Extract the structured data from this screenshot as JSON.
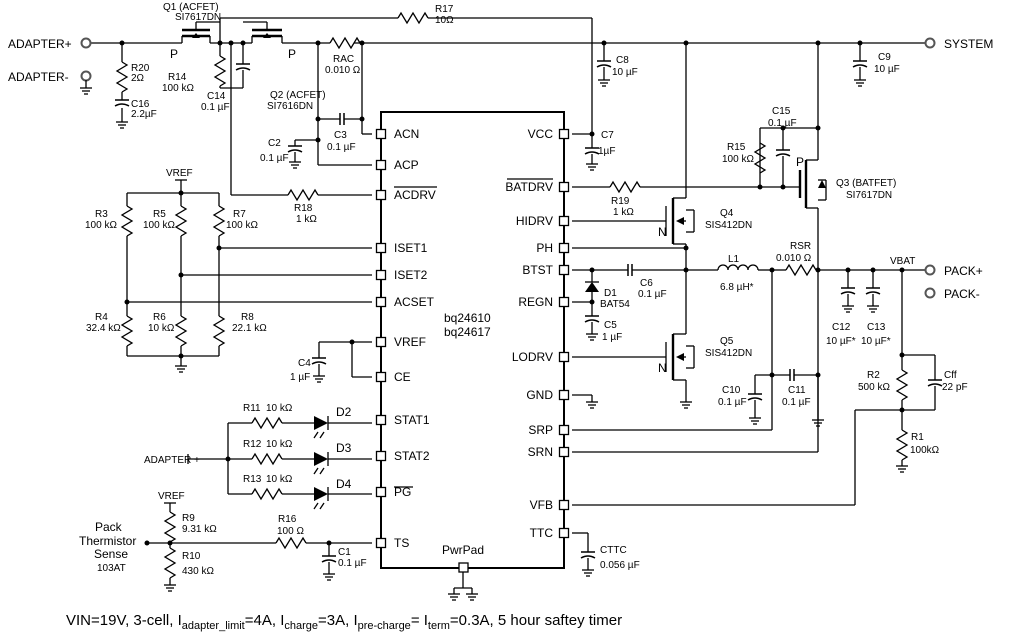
{
  "terminals": {
    "adapter_plus": "ADAPTER+",
    "adapter_minus": "ADAPTER-",
    "system": "SYSTEM",
    "pack_plus": "PACK+",
    "pack_minus": "PACK-",
    "vbat": "VBAT",
    "adapter_plus_2": "ADAPTER +",
    "vref_top": "VREF",
    "vref_bottom": "VREF",
    "thermistor": [
      "Pack",
      "Thermistor",
      "Sense",
      "103AT"
    ]
  },
  "ic": {
    "name1": "bq24610",
    "name2": "bq24617",
    "pwrpad": "PwrPad",
    "left_pins": [
      "ACN",
      "ACP",
      "ACDRV",
      "ISET1",
      "ISET2",
      "ACSET",
      "VREF",
      "CE",
      "STAT1",
      "STAT2",
      "PG",
      "TS"
    ],
    "right_pins": [
      "VCC",
      "BATDRV",
      "HIDRV",
      "PH",
      "BTST",
      "REGN",
      "LODRV",
      "GND",
      "SRP",
      "SRN",
      "VFB",
      "TTC"
    ]
  },
  "components": {
    "Q1": [
      "Q1 (ACFET)",
      "SI7617DN"
    ],
    "Q2": [
      "Q2 (ACFET)",
      "SI7616DN"
    ],
    "Q3": [
      "Q3 (BATFET)",
      "SI7617DN"
    ],
    "Q4": [
      "Q4",
      "SIS412DN"
    ],
    "Q5": [
      "Q5",
      "SIS412DN"
    ],
    "R17": [
      "R17",
      "10Ω"
    ],
    "R20": [
      "R20",
      "2Ω"
    ],
    "R14": [
      "R14",
      "100 kΩ"
    ],
    "C14": [
      "C14",
      "0.1 µF"
    ],
    "C16": [
      "C16",
      "2.2µF"
    ],
    "RAC": [
      "RAC",
      "0.010 Ω"
    ],
    "C8": [
      "C8",
      "10 µF"
    ],
    "C9": [
      "C9",
      "10 µF"
    ],
    "C2": [
      "C2",
      "0.1 µF"
    ],
    "C3": [
      "C3",
      "0.1 µF"
    ],
    "R18": [
      "R18",
      "1 kΩ"
    ],
    "R3": [
      "R3",
      "100 kΩ"
    ],
    "R5": [
      "R5",
      "100 kΩ"
    ],
    "R7": [
      "R7",
      "100 kΩ"
    ],
    "R4": [
      "R4",
      "32.4 kΩ"
    ],
    "R6": [
      "R6",
      "10 kΩ"
    ],
    "R8": [
      "R8",
      "22.1 kΩ"
    ],
    "C4": [
      "C4",
      "1 µF"
    ],
    "R11": [
      "R11",
      "10 kΩ"
    ],
    "R12": [
      "R12",
      "10 kΩ"
    ],
    "R13": [
      "R13",
      "10 kΩ"
    ],
    "D2": "D2",
    "D3": "D3",
    "D4": "D4",
    "R9": [
      "R9",
      "9.31 kΩ"
    ],
    "R10": [
      "R10",
      "430 kΩ"
    ],
    "R16": [
      "R16",
      "100 Ω"
    ],
    "C1": [
      "C1",
      "0.1 µF"
    ],
    "C7": [
      "C7",
      "1µF"
    ],
    "C15": [
      "C15",
      "0.1 µF"
    ],
    "R15": [
      "R15",
      "100 kΩ"
    ],
    "R19": [
      "R19",
      "1 kΩ"
    ],
    "C6": [
      "C6",
      "0.1 µF"
    ],
    "D1": [
      "D1",
      "BAT54"
    ],
    "C5": [
      "C5",
      "1 µF"
    ],
    "L1": [
      "L1",
      "6.8 µH*"
    ],
    "RSR": [
      "RSR",
      "0.010 Ω"
    ],
    "C12": [
      "C12",
      "10 µF*"
    ],
    "C13": [
      "C13",
      "10 µF*"
    ],
    "R2": [
      "R2",
      "500 kΩ"
    ],
    "Cff": [
      "Cff",
      "22 pF"
    ],
    "R1": [
      "R1",
      "100kΩ"
    ],
    "C10": [
      "C10",
      "0.1 µF"
    ],
    "C11": [
      "C11",
      "0.1 µF"
    ],
    "CTTC": [
      "CTTC",
      "0.056 µF"
    ]
  },
  "fet_labels": {
    "P": "P",
    "N": "N"
  },
  "caption": {
    "lead": "VIN=19V, 3-cell, I",
    "s1": "adapter_limit",
    "t1": "=4A, I",
    "s2": "charge",
    "t2": "=3A, I",
    "s3": "pre-charge",
    "t3": "= I",
    "s4": "term",
    "t4": "=0.3A, 5 hour saftey timer"
  }
}
